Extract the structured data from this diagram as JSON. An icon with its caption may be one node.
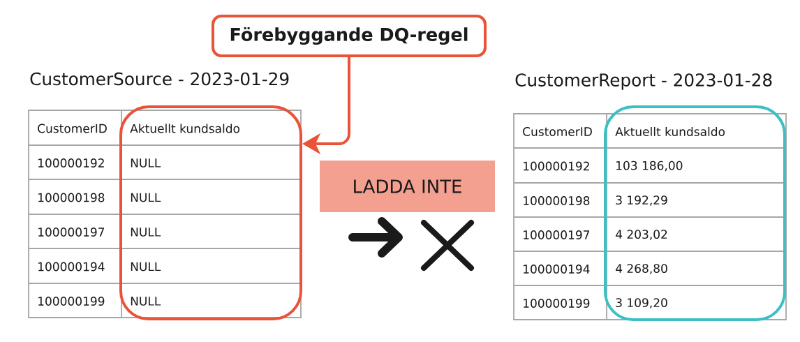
{
  "diagram": {
    "nodes": [
      {
        "text": [
          "Förebyggande DQ-regel"
        ]
      },
      {
        "text": [],
        "shape": "box"
      },
      {
        "text": [
          "LADDA INTE"
        ]
      },
      {
        "text": [],
        "shape": "box"
      }
    ],
    "edges": [
      {
        "from": 0,
        "to": 1,
        "arrow": "to"
      }
    ],
    "labels": [
      "CustomerSource - 2023-01-29",
      "CustomerID",
      "Aktuellt kundsaldo",
      "100000192",
      "NULL",
      "100000198",
      "NULL",
      "100000197",
      "NULL",
      "100000194",
      "NULL",
      "100000199",
      "NULL",
      "CustomerReport - 2023-01-28",
      "CustomerID",
      "Aktuellt kundsaldo",
      "100000192",
      "103 186,00",
      "100000198",
      "3 192,29",
      "100000197",
      "4 203,02",
      "100000194",
      "4 268,80",
      "100000199",
      "3 109,20"
    ]
  }
}
